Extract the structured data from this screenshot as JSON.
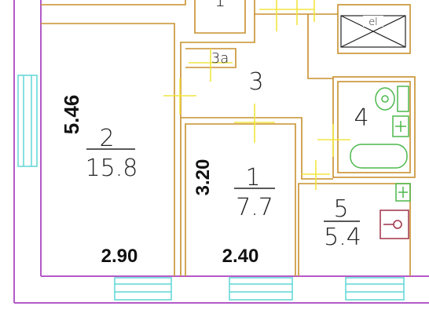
{
  "colors": {
    "wall": "#c8902e",
    "outer": "#b45ac8",
    "window": "#5fd6d6",
    "fixture": "#4cb84c",
    "cross": "#f2e640",
    "text": "#222222",
    "appliance": "#a0304a"
  },
  "rooms": [
    {
      "number": "2",
      "area": "15.8"
    },
    {
      "number": "1",
      "area": "7.7"
    },
    {
      "number": "3",
      "area": ""
    },
    {
      "number": "3a",
      "area": ""
    },
    {
      "number": "4",
      "area": ""
    },
    {
      "number": "5",
      "area": "5.4"
    }
  ],
  "dimensions": {
    "room2_height": "5.46",
    "room2_width": "2.90",
    "room1_height": "3.20",
    "room1_width": "2.40"
  },
  "top_fragments": {
    "hall_label": "1",
    "panel_label": "el"
  }
}
